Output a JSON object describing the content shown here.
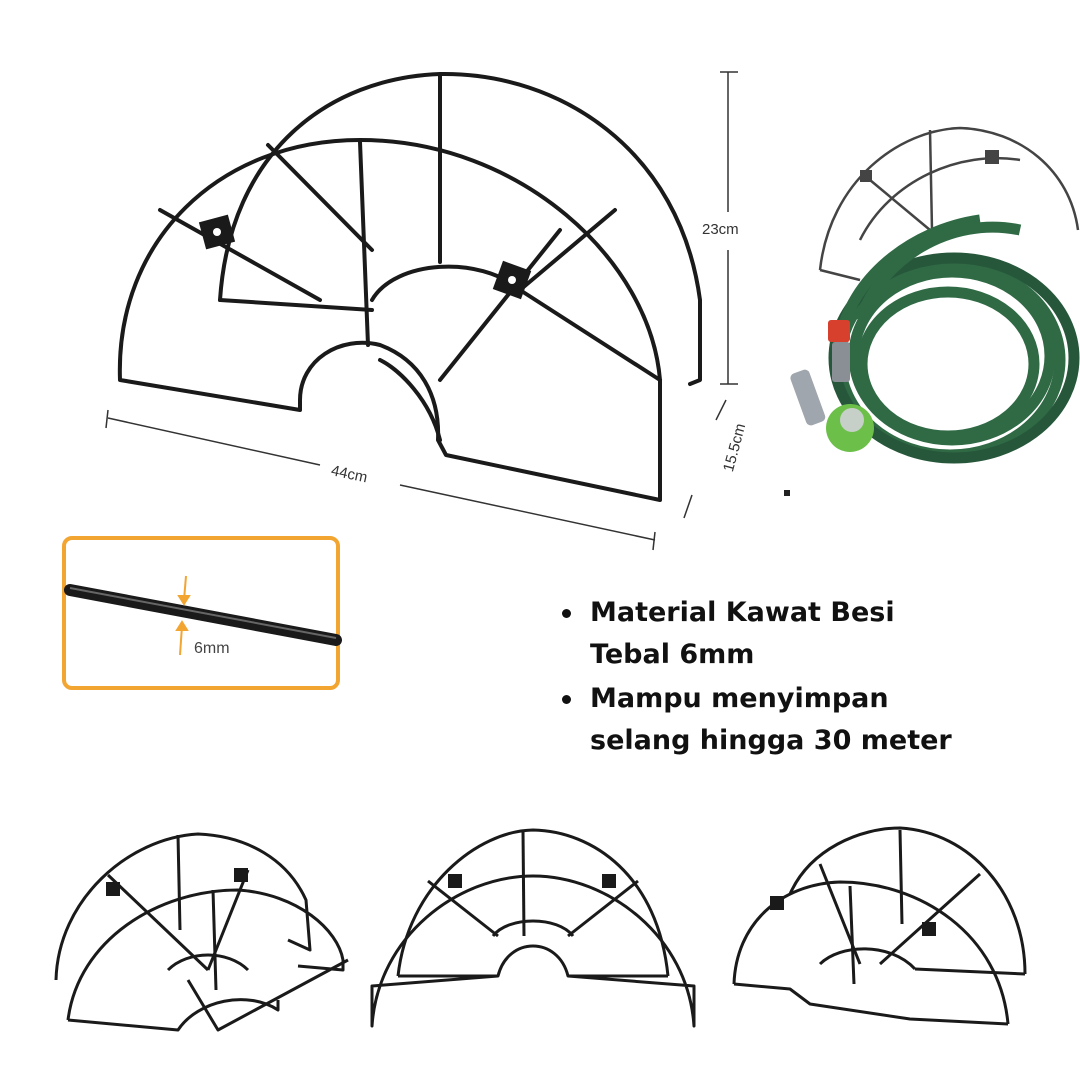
{
  "dimensions": {
    "height": "23cm",
    "width": "44cm",
    "depth": "15.5cm",
    "wire_thickness": "6mm"
  },
  "features": [
    "Material Kawat Besi Tebal 6mm",
    "Mampu menyimpan selang hingga 30 meter"
  ],
  "colors": {
    "wire": "#1a1a1a",
    "inset_border": "#f3a531",
    "arrow": "#f3a531",
    "hose": "#2f6a45"
  },
  "icons": [
    "hose-reel-bracket-main",
    "hose-with-bracket-photo",
    "wire-thickness-detail",
    "hose-reel-bracket-left-view",
    "hose-reel-bracket-front-view",
    "hose-reel-bracket-right-view"
  ]
}
